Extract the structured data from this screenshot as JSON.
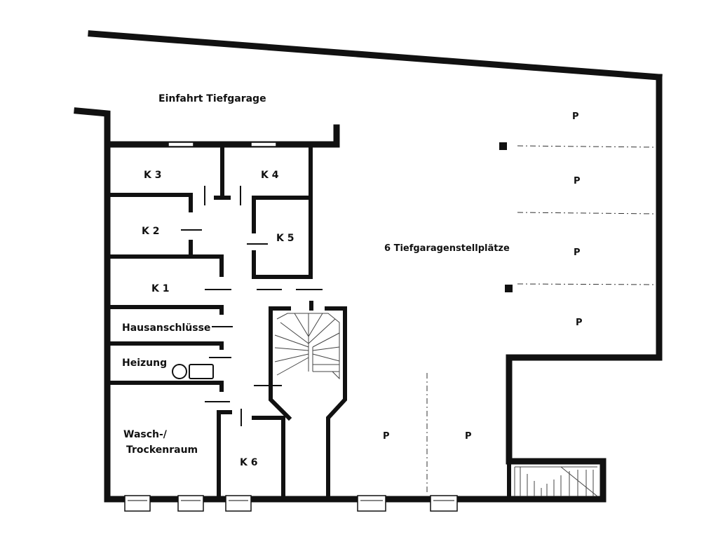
{
  "plan": {
    "driveway_label": "Einfahrt Tiefgarage",
    "parking_area_label": "6 Tiefgaragenstellplätze",
    "rooms": {
      "k1": "K 1",
      "k2": "K 2",
      "k3": "K 3",
      "k4": "K 4",
      "k5": "K 5",
      "k6": "K 6",
      "hausanschluesse": "Hausanschlüsse",
      "heizung": "Heizung",
      "wasch_line1": "Wasch-/",
      "wasch_line2": "Trockenraum"
    },
    "parking_space_label": "P"
  }
}
